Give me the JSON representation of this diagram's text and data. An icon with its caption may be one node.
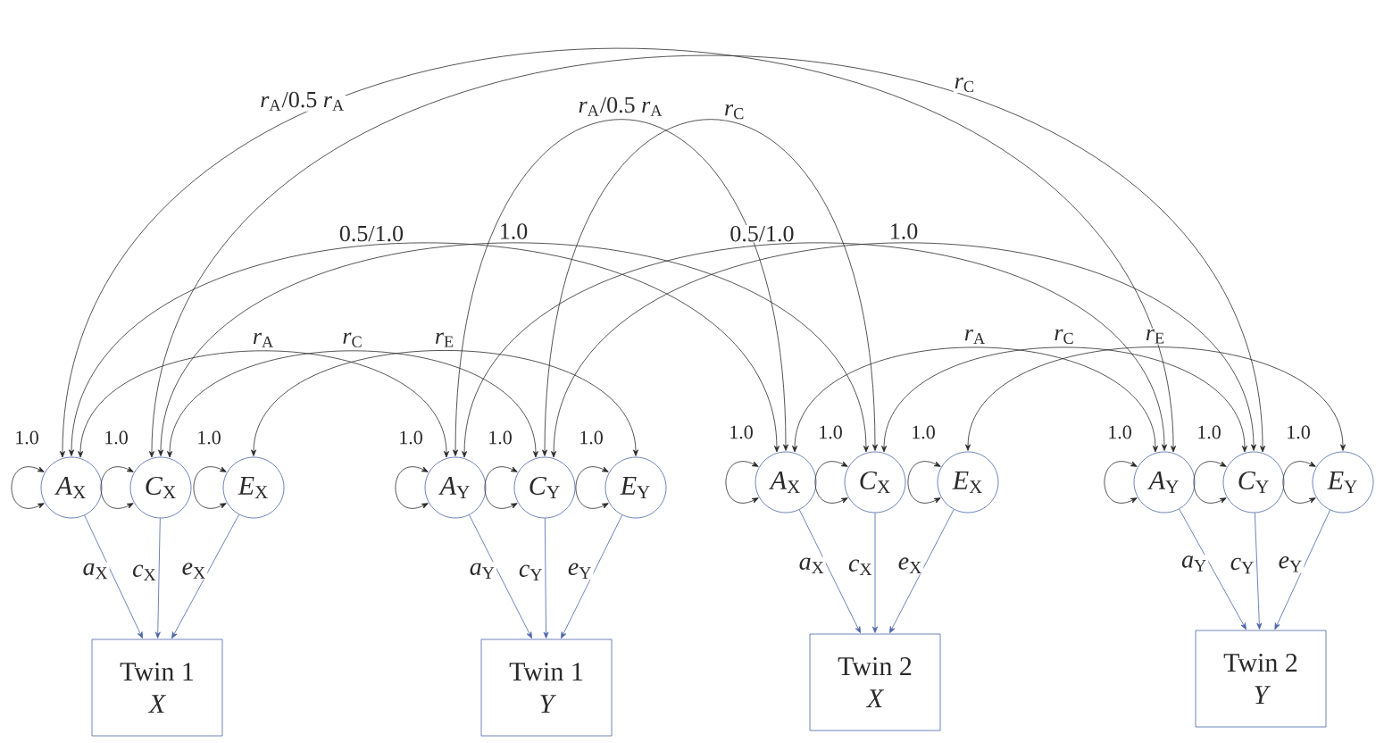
{
  "diagram": {
    "nodes": [
      {
        "text": [
          "*A*$_{X}$"
        ]
      },
      {
        "text": [
          "*C*$_{X}$"
        ]
      },
      {
        "text": [
          "*E*$_{X}$"
        ]
      },
      {
        "text": [
          "*A*$_{Y}$"
        ]
      },
      {
        "text": [
          "*C*$_{Y}$"
        ]
      },
      {
        "text": [
          "*E*$_{Y}$"
        ]
      },
      {
        "text": [
          "*A*$_{X}$"
        ]
      },
      {
        "text": [
          "*C*$_{X}$"
        ]
      },
      {
        "text": [
          "*E*$_{X}$"
        ]
      },
      {
        "text": [
          "*A*$_{Y}$"
        ]
      },
      {
        "text": [
          "*C*$_{Y}$"
        ]
      },
      {
        "text": [
          "*E*$_{Y}$"
        ]
      },
      {
        "text": [
          "Twin 1",
          "X"
        ]
      },
      {
        "text": [
          "Twin 1",
          "Y"
        ]
      },
      {
        "text": [
          "Twin 2",
          "X"
        ]
      },
      {
        "text": [
          "Twin 2",
          "Y"
        ]
      }
    ],
    "edges": [
      {
        "from": 0,
        "to": 12,
        "arrow": "to",
        "label": "*a*$_{X}$",
        "color": "#4a64a8"
      },
      {
        "from": 1,
        "to": 12,
        "arrow": "to",
        "label": "*c*$_{X}$",
        "color": "#4a64a8"
      },
      {
        "from": 2,
        "to": 12,
        "arrow": "to",
        "label": "*e*$_{X}$",
        "color": "#4a64a8"
      },
      {
        "from": 3,
        "to": 13,
        "arrow": "to",
        "label": "*a*$_{Y}$",
        "color": "#4a64a8"
      },
      {
        "from": 4,
        "to": 13,
        "arrow": "to",
        "label": "*c*$_{Y}$",
        "color": "#4a64a8"
      },
      {
        "from": 5,
        "to": 13,
        "arrow": "to",
        "label": "*e*$_{Y}$",
        "color": "#4a64a8"
      },
      {
        "from": 6,
        "to": 14,
        "arrow": "to",
        "label": "*a*$_{X}$",
        "color": "#4a64a8"
      },
      {
        "from": 7,
        "to": 14,
        "arrow": "to",
        "label": "*c*$_{X}$",
        "color": "#4a64a8"
      },
      {
        "from": 8,
        "to": 14,
        "arrow": "to",
        "label": "*e*$_{X}$",
        "color": "#4a64a8"
      },
      {
        "from": 9,
        "to": 15,
        "arrow": "to",
        "label": "*a*$_{Y}$",
        "color": "#4a64a8"
      },
      {
        "from": 10,
        "to": 15,
        "arrow": "to",
        "label": "*c*$_{Y}$",
        "color": "#4a64a8"
      },
      {
        "from": 11,
        "to": 15,
        "arrow": "to",
        "label": "*e*$_{Y}$",
        "color": "#4a64a8"
      },
      {
        "from": 0,
        "to": 0,
        "arrow": "both",
        "label": "1.0"
      },
      {
        "from": 1,
        "to": 1,
        "arrow": "both",
        "label": "1.0"
      },
      {
        "from": 2,
        "to": 2,
        "arrow": "both",
        "label": "1.0"
      },
      {
        "from": 3,
        "to": 3,
        "arrow": "both",
        "label": "1.0"
      },
      {
        "from": 4,
        "to": 4,
        "arrow": "both",
        "label": "1.0"
      },
      {
        "from": 5,
        "to": 5,
        "arrow": "both",
        "label": "1.0"
      },
      {
        "from": 6,
        "to": 6,
        "arrow": "both",
        "label": "1.0"
      },
      {
        "from": 7,
        "to": 7,
        "arrow": "both",
        "label": "1.0"
      },
      {
        "from": 8,
        "to": 8,
        "arrow": "both",
        "label": "1.0"
      },
      {
        "from": 9,
        "to": 9,
        "arrow": "both",
        "label": "1.0"
      },
      {
        "from": 10,
        "to": 10,
        "arrow": "both",
        "label": "1.0"
      },
      {
        "from": 11,
        "to": 11,
        "arrow": "both",
        "label": "1.0"
      },
      {
        "from": 0,
        "to": 3,
        "arrow": "both",
        "label": "*r*$_{A}$"
      },
      {
        "from": 1,
        "to": 4,
        "arrow": "both",
        "label": "*r*$_{C}$"
      },
      {
        "from": 2,
        "to": 5,
        "arrow": "both",
        "label": "*r*$_{E}$"
      },
      {
        "from": 6,
        "to": 9,
        "arrow": "both",
        "label": "*r*$_{A}$"
      },
      {
        "from": 7,
        "to": 10,
        "arrow": "both",
        "label": "*r*$_{C}$"
      },
      {
        "from": 8,
        "to": 11,
        "arrow": "both",
        "label": "*r*$_{E}$"
      },
      {
        "from": 0,
        "to": 6,
        "arrow": "both",
        "label": "0.5/1.0"
      },
      {
        "from": 1,
        "to": 7,
        "arrow": "both",
        "label": "1.0"
      },
      {
        "from": 3,
        "to": 9,
        "arrow": "both",
        "label": "0.5/1.0"
      },
      {
        "from": 4,
        "to": 10,
        "arrow": "both",
        "label": "1.0"
      },
      {
        "from": 0,
        "to": 9,
        "arrow": "both",
        "label": "*r*$_{A}$/0.5 *r*$_{A}$"
      },
      {
        "from": 1,
        "to": 10,
        "arrow": "both",
        "label": "*r*$_{C}$"
      },
      {
        "from": 3,
        "to": 6,
        "arrow": "both",
        "label": "*r*$_{A}$/0.5 *r*$_{A}$"
      },
      {
        "from": 4,
        "to": 7,
        "arrow": "both",
        "label": "*r*$_{C}$"
      }
    ]
  }
}
